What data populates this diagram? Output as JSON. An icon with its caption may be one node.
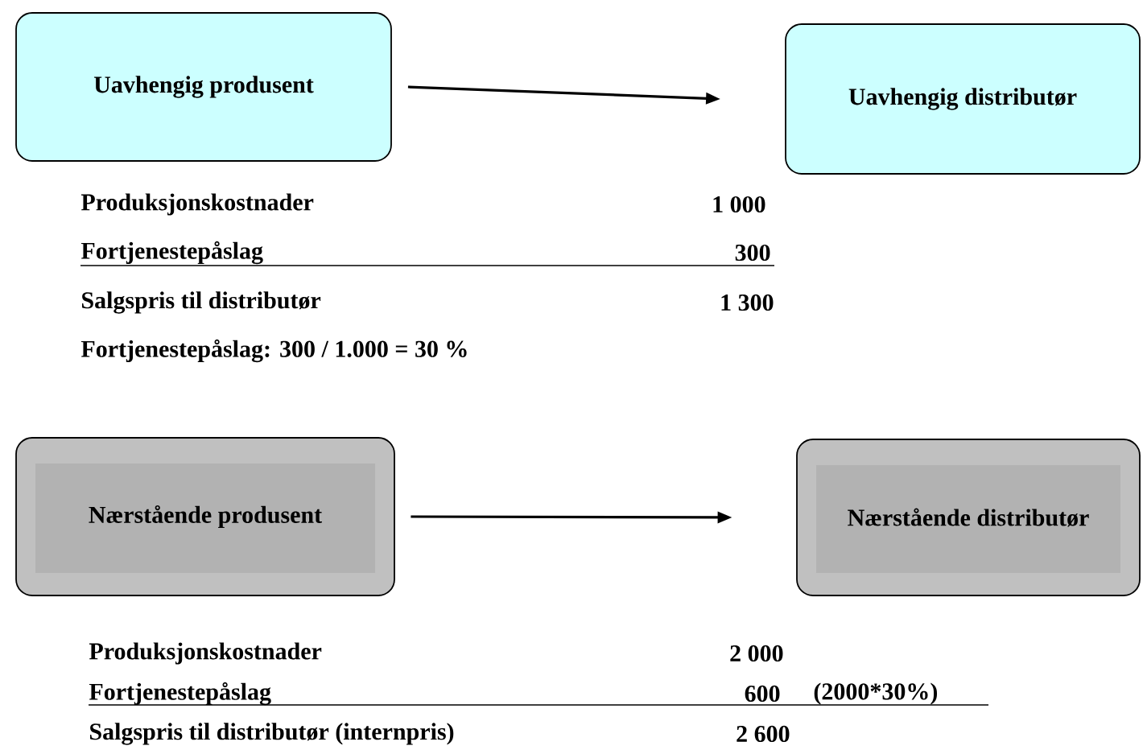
{
  "diagram": {
    "nodes": [
      {
        "text": [
          "Uavhengig produsent"
        ]
      },
      {
        "text": [
          "Uavhengig distributør"
        ]
      },
      {
        "text": [
          "Nærstående produsent"
        ]
      },
      {
        "text": [
          "Nærstående distributør"
        ]
      }
    ],
    "edges": [
      {
        "from": 0,
        "to": 1,
        "arrow": "to"
      },
      {
        "from": 2,
        "to": 3,
        "arrow": "to"
      }
    ],
    "labels": [
      "Produksjonskostnader",
      "1 000",
      "Fortjenestepåslag",
      "300",
      "Salgspris til distributør",
      "1 300",
      "Fortjenestepåslag:   300 / 1.000 = 30 %",
      "Produksjonskostnader",
      "2 000",
      "Fortjenestepåslag",
      "600",
      "(2000*30%)",
      "Salgspris til distributør (internpris)",
      "2 600"
    ]
  }
}
